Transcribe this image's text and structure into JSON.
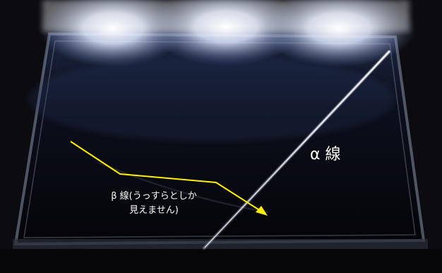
{
  "labels": {
    "alpha": "α 線",
    "beta_line1": "β 線(うっすらとしか",
    "beta_line2": "見えません)"
  },
  "colors": {
    "arrow": "#ffee00",
    "chamber_dark": "#0a0a12",
    "track": "#dfe6f5"
  }
}
